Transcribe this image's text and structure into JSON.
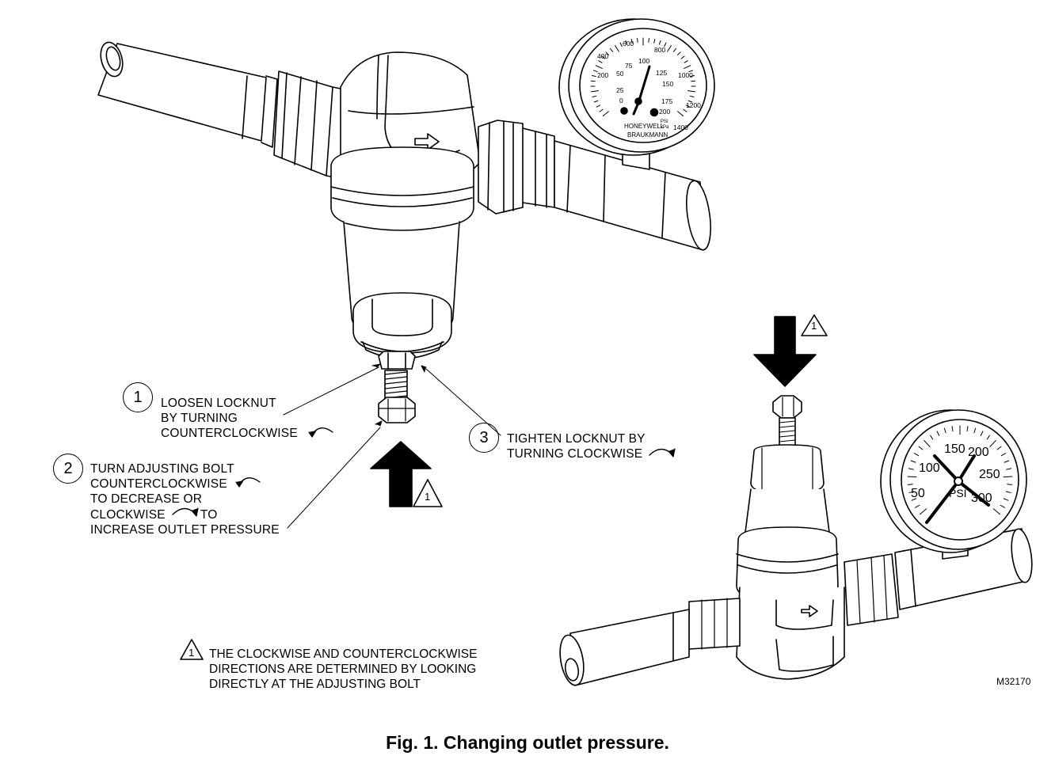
{
  "callouts": [
    {
      "number": "1",
      "lines": [
        "LOOSEN LOCKNUT",
        "BY TURNING",
        "COUNTERCLOCKWISE"
      ]
    },
    {
      "number": "2",
      "lines": [
        "TURN ADJUSTING BOLT",
        "COUNTERCLOCKWISE",
        "TO DECREASE OR",
        "CLOCKWISE",
        "TO",
        "INCREASE OUTLET PRESSURE"
      ]
    },
    {
      "number": "3",
      "lines": [
        "TIGHTEN LOCKNUT BY",
        "TURNING CLOCKWISE"
      ]
    }
  ],
  "warning_marker": "1",
  "note": {
    "marker": "1",
    "lines": [
      "THE CLOCKWISE AND COUNTERCLOCKWISE",
      "DIRECTIONS ARE DETERMINED BY LOOKING",
      "DIRECTLY AT THE ADJUSTING BOLT"
    ]
  },
  "gauge_top": {
    "psi_labels": [
      "0",
      "25",
      "50",
      "75",
      "100",
      "125",
      "150",
      "175",
      "200"
    ],
    "kpa_labels": [
      "200",
      "400",
      "600",
      "800",
      "1000",
      "1200",
      "1400"
    ],
    "unit_psi": "PSI",
    "unit_kpa": "kPa",
    "brand": [
      "HONEYWELL",
      "BRAUKMANN"
    ]
  },
  "gauge_bottom": {
    "labels": [
      "50",
      "100",
      "150",
      "200",
      "250",
      "300"
    ],
    "unit": "PSI"
  },
  "figure_code": "M32170",
  "caption": "Fig. 1. Changing outlet pressure."
}
